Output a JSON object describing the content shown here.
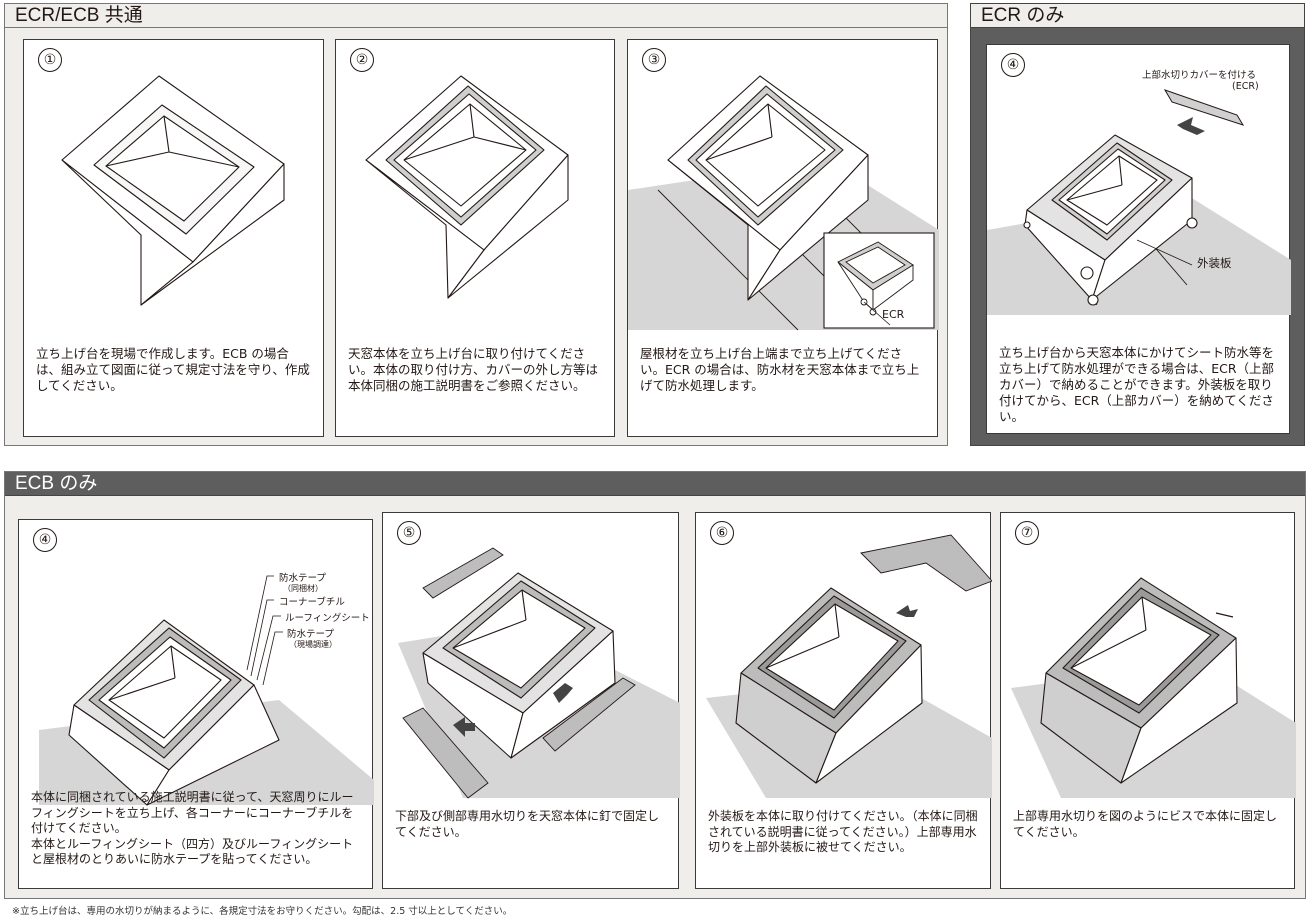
{
  "common": {
    "header": "ECR/ECB 共通",
    "steps": [
      {
        "num": "①",
        "text": "立ち上げ台を現場で作成します。ECB の場合は、組み立て図面に従って規定寸法を守り、作成してください。"
      },
      {
        "num": "②",
        "text": "天窓本体を立ち上げ台に取り付けてください。本体の取り付け方、カバーの外し方等は本体同梱の施工説明書をご参照ください。"
      },
      {
        "num": "③",
        "text": "屋根材を立ち上げ台上端まで立ち上げてください。ECR の場合は、防水材を天窓本体まで立ち上げて防水処理します。",
        "inset_label": "ECR"
      }
    ]
  },
  "ecr": {
    "header": "ECR のみ",
    "step": {
      "num": "④",
      "text": "立ち上げ台から天窓本体にかけてシート防水等を立ち上げて防水処理ができる場合は、ECR（上部カバー）で納めることができます。外装板を取り付けてから、ECR（上部カバー）を納めてください。",
      "callout_line1": "上部水切りカバーを付ける",
      "callout_line2": "(ECR)",
      "label_panel": "外装板"
    }
  },
  "ecb": {
    "header": "ECB のみ",
    "steps": [
      {
        "num": "④",
        "text": "本体に同梱されている施工説明書に従って、天窓周りにルーフィングシートを立ち上げ、各コーナーにコーナーブチルを付けてください。\n本体とルーフィングシート（四方）及びルーフィングシートと屋根材のとりあいに防水テープを貼ってください。",
        "labels": {
          "tape1": "防水テープ",
          "tape1_sub": "（同梱材）",
          "butyl": "コーナーブチル",
          "roofing": "ルーフィングシート",
          "tape2": "防水テープ",
          "tape2_sub": "（現場調達）"
        }
      },
      {
        "num": "⑤",
        "text": "下部及び側部専用水切りを天窓本体に釘で固定してください。"
      },
      {
        "num": "⑥",
        "text": "外装板を本体に取り付けてください。（本体に同梱されている説明書に従ってください。）上部専用水切りを上部外装板に被せてください。"
      },
      {
        "num": "⑦",
        "text": "上部専用水切りを図のようにビスで本体に固定してください。"
      }
    ]
  },
  "footnote": "※立ち上げ台は、専用の水切りが納まるように、各規定寸法をお守りください。勾配は、2.5 寸以上としてください。"
}
